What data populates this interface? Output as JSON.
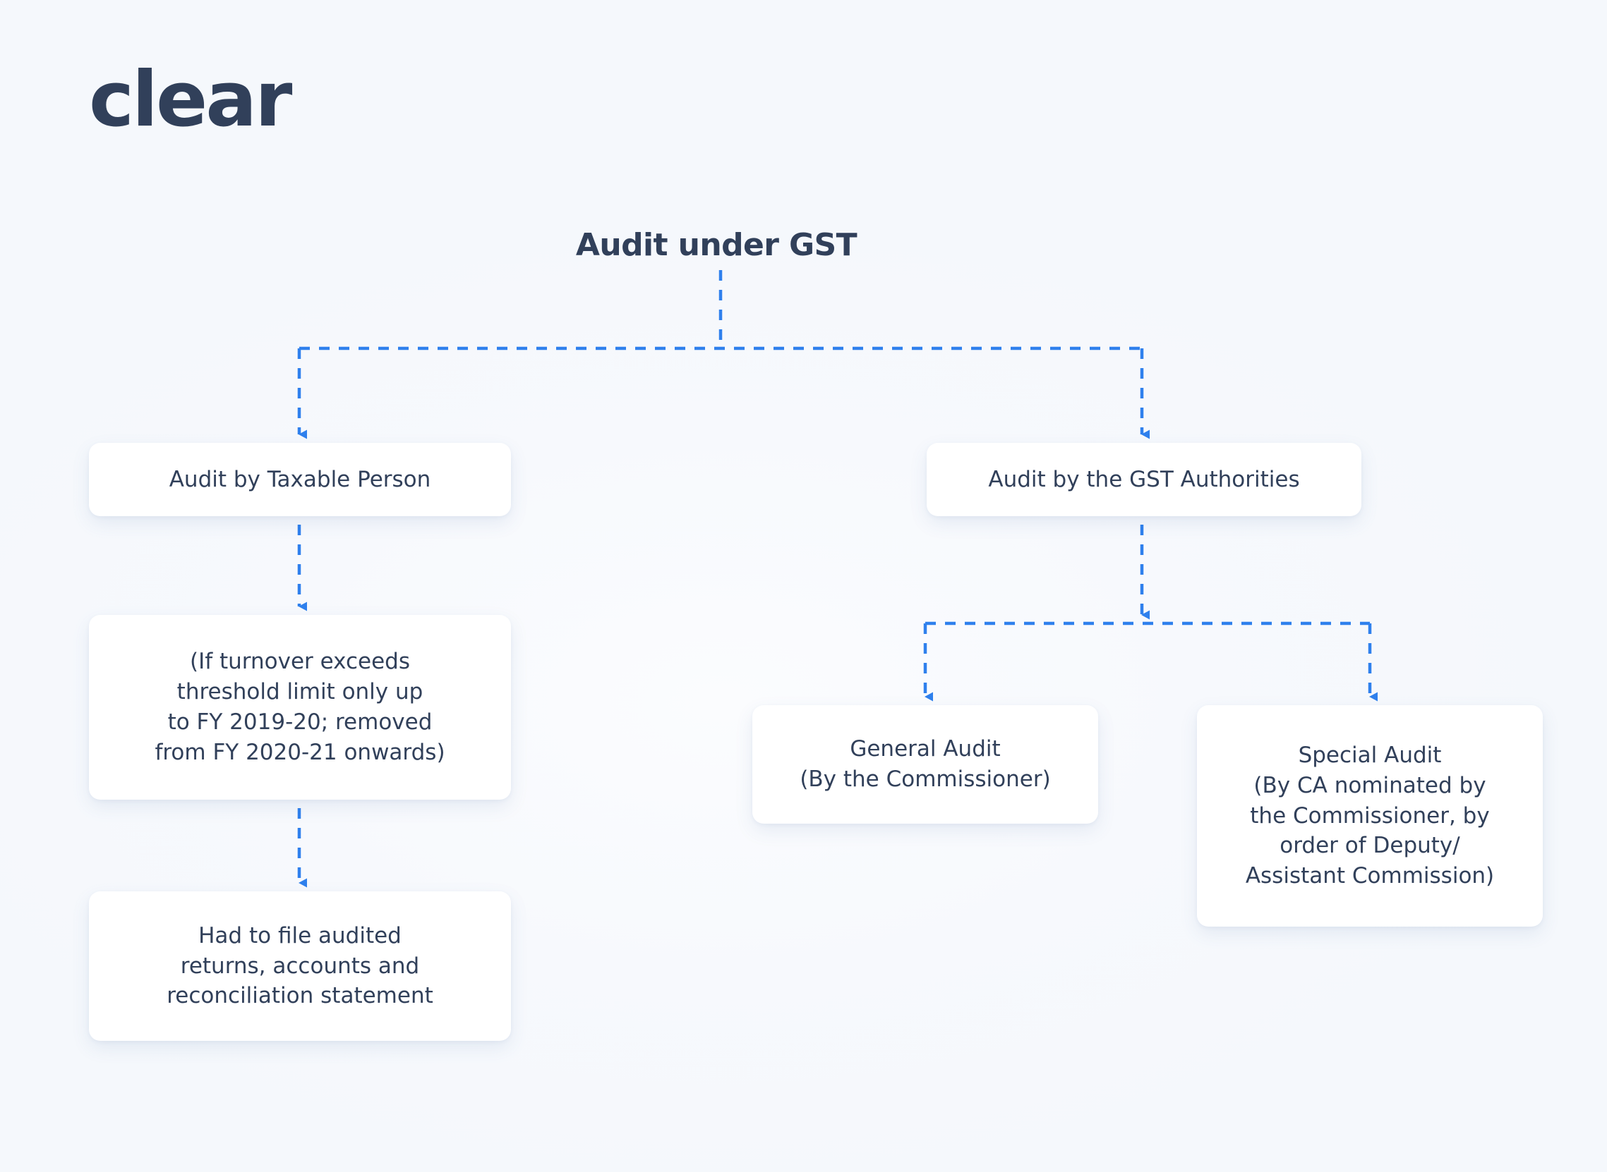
{
  "brand": {
    "logo_text": "clear",
    "logo_color": "#31405a"
  },
  "diagram": {
    "title": "Audit under GST",
    "connector_color": "#2f80ed",
    "node_text_color": "#31405a",
    "node_background": "#ffffff",
    "page_background": "#f7f9fd",
    "type": "tree",
    "nodes": [
      {
        "id": "audit-under-gst",
        "label": "Audit under GST",
        "level": 0,
        "is_title": true
      },
      {
        "id": "audit-by-taxable-person",
        "label": "Audit by Taxable Person",
        "level": 1,
        "parent": "audit-under-gst"
      },
      {
        "id": "audit-by-gst-authorities",
        "label": "Audit by the GST Authorities",
        "level": 1,
        "parent": "audit-under-gst"
      },
      {
        "id": "turnover-threshold-note",
        "label": "(If turnover exceeds\nthreshold limit only up\nto FY 2019-20; removed\nfrom FY 2020-21 onwards)",
        "level": 2,
        "parent": "audit-by-taxable-person"
      },
      {
        "id": "general-audit",
        "label": "General Audit\n(By the Commissioner)",
        "level": 2,
        "parent": "audit-by-gst-authorities"
      },
      {
        "id": "special-audit",
        "label": "Special Audit\n(By CA nominated by\nthe Commissioner, by\norder of Deputy/\nAssistant Commission)",
        "level": 2,
        "parent": "audit-by-gst-authorities"
      },
      {
        "id": "audited-returns",
        "label": "Had to file audited\nreturns, accounts and\nreconciliation statement",
        "level": 3,
        "parent": "turnover-threshold-note"
      }
    ],
    "edges": [
      {
        "from": "audit-under-gst",
        "to": "audit-by-taxable-person",
        "style": "dashed",
        "arrow": true
      },
      {
        "from": "audit-under-gst",
        "to": "audit-by-gst-authorities",
        "style": "dashed",
        "arrow": true
      },
      {
        "from": "audit-by-taxable-person",
        "to": "turnover-threshold-note",
        "style": "dashed",
        "arrow": true
      },
      {
        "from": "turnover-threshold-note",
        "to": "audited-returns",
        "style": "dashed",
        "arrow": true
      },
      {
        "from": "audit-by-gst-authorities",
        "to": "general-audit",
        "style": "dashed",
        "arrow": true
      },
      {
        "from": "audit-by-gst-authorities",
        "to": "special-audit",
        "style": "dashed",
        "arrow": true
      }
    ]
  }
}
